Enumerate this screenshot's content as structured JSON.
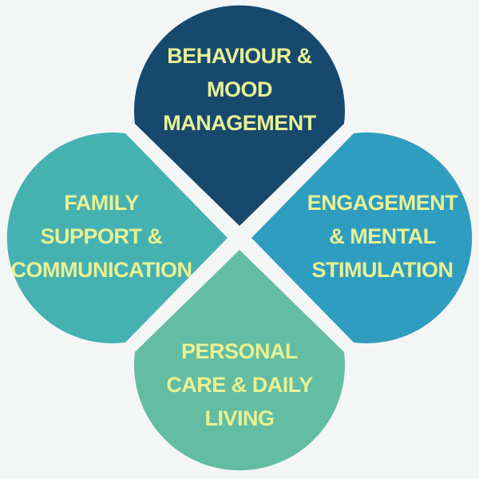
{
  "background_color": "#f4f6f5",
  "text_color": "#e8f193",
  "diagram": {
    "type": "four-petal-clover",
    "petals": [
      {
        "id": "behaviour-mood-management",
        "position": "top",
        "color": "#17496f",
        "label": "BEHAVIOUR & MOOD MANAGEMENT",
        "lines": [
          "BEHAVIOUR &",
          "MOOD",
          "MANAGEMENT"
        ]
      },
      {
        "id": "family-support-communication",
        "position": "left",
        "color": "#45b1b1",
        "label": "FAMILY SUPPORT & COMMUNICATION",
        "lines": [
          "FAMILY",
          "SUPPORT &",
          "COMMUNICATION"
        ]
      },
      {
        "id": "engagement-mental-stimulation",
        "position": "right",
        "color": "#2f9dc0",
        "label": "ENGAGEMENT & MENTAL STIMULATION",
        "lines": [
          "ENGAGEMENT",
          "& MENTAL",
          "STIMULATION"
        ]
      },
      {
        "id": "personal-care-daily-living",
        "position": "bottom",
        "color": "#62bda2",
        "label": "PERSONAL CARE & DAILY LIVING",
        "lines": [
          "PERSONAL",
          "CARE & DAILY",
          "LIVING"
        ]
      }
    ]
  }
}
